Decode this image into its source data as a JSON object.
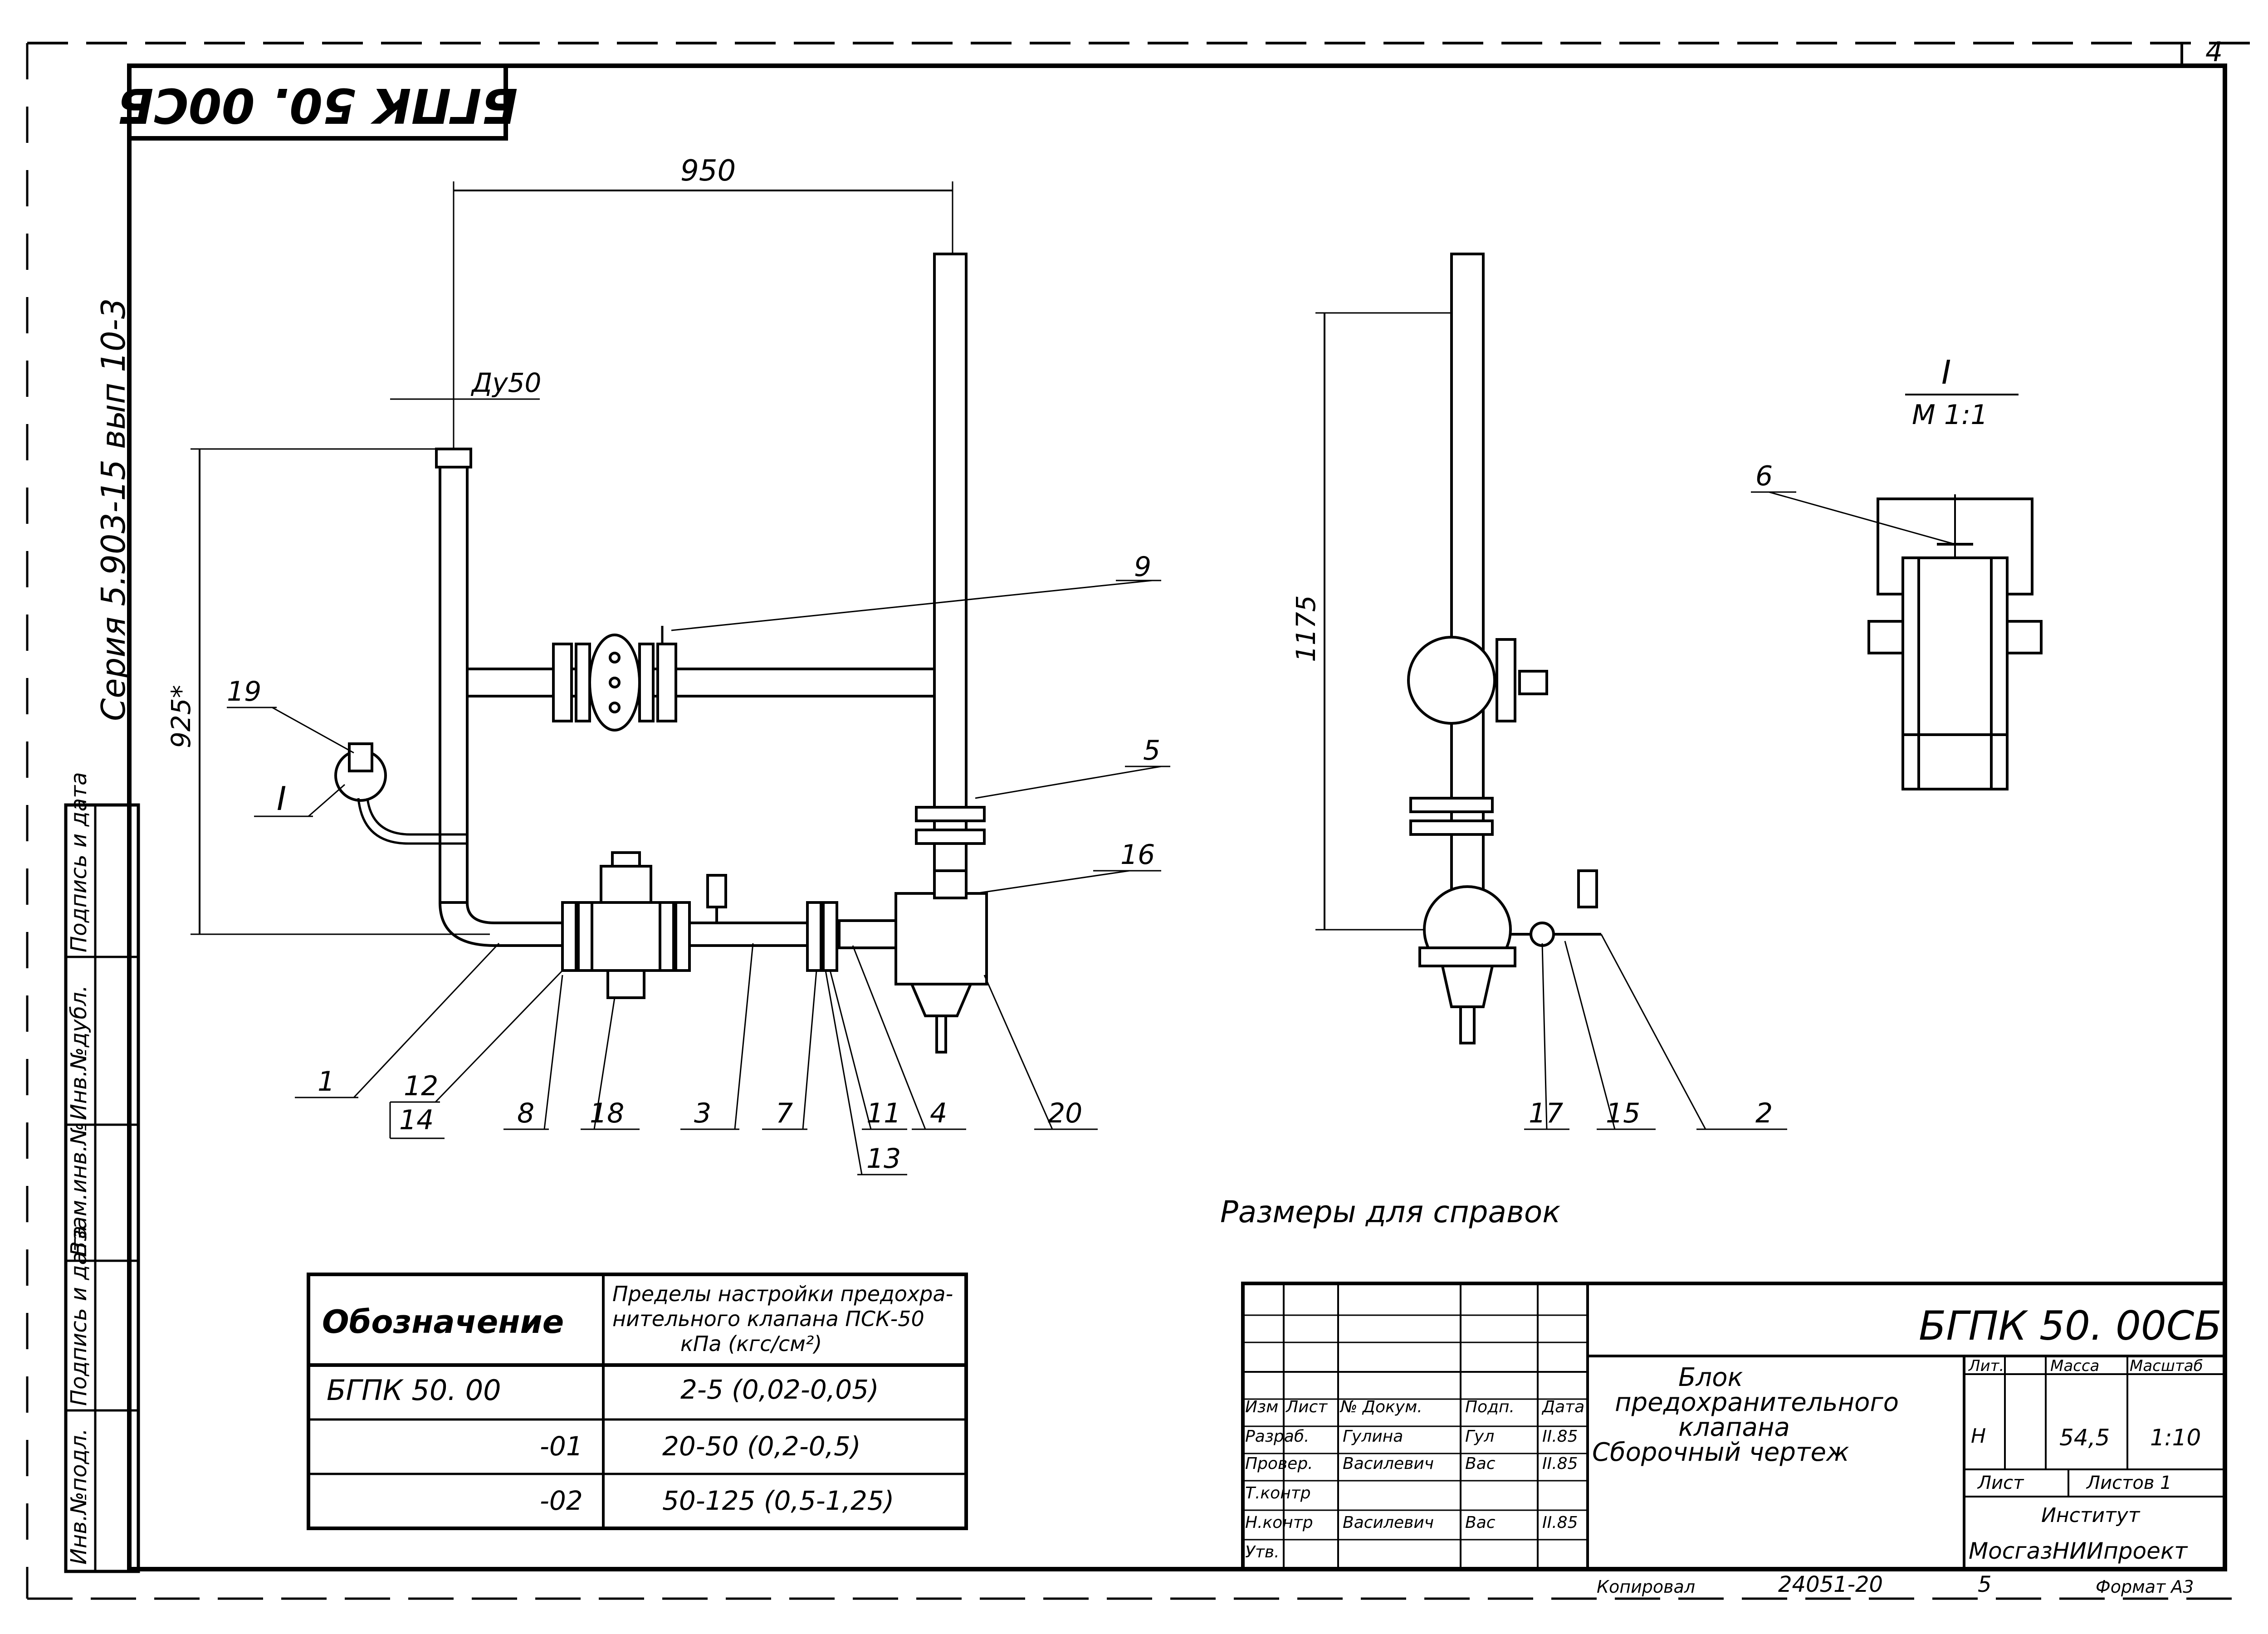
{
  "sheet": {
    "page_number": "4",
    "stamp_code_rotated": "БГПК 50. 00СБ",
    "series_note": "Серия 5.903-15 вып 10-3"
  },
  "dimensions": {
    "width_950": "950",
    "height_1175": "1175",
    "height_925": "925*",
    "dn": "Ду50"
  },
  "detail": {
    "label": "I",
    "scale": "М 1:1"
  },
  "callouts": [
    "9",
    "19",
    "I",
    "5",
    "16",
    "1",
    "12",
    "14",
    "8",
    "18",
    "3",
    "7",
    "11",
    "13",
    "4",
    "20",
    "17",
    "15",
    "2",
    "6"
  ],
  "reference_note": "Размеры для справок",
  "settings_table": {
    "col1_header": "Обозначение",
    "col2_header_lines": [
      "Пределы настройки предохра-",
      "нительного клапана ПСК-50",
      "кПа (кгс/см²)"
    ],
    "rows": [
      {
        "designation": "БГПК 50. 00",
        "range": "2-5 (0,02-0,05)"
      },
      {
        "designation": "-01",
        "range": "20-50 (0,2-0,5)"
      },
      {
        "designation": "-02",
        "range": "50-125 (0,5-1,25)"
      }
    ]
  },
  "side_stamp": [
    "Инв.№подл.",
    "Подпись и дата",
    "Взам.инв.№",
    "Инв.№дубл.",
    "Подпись и дата"
  ],
  "title_block": {
    "code": "БГПК 50. 00СБ",
    "title_lines": [
      "Блок",
      "предохранительного",
      "клапана",
      "Сборочный чертеж"
    ],
    "headers": {
      "izm": "Изм",
      "list": "Лист",
      "doc": "№ Докум.",
      "sign": "Подп.",
      "date": "Дата"
    },
    "roles": [
      {
        "role": "Разраб.",
        "name": "Гулина",
        "sign": "Гул",
        "date": "II.85"
      },
      {
        "role": "Провер.",
        "name": "Василевич",
        "sign": "Вас",
        "date": "II.85"
      },
      {
        "role": "Т.контр",
        "name": "",
        "sign": "",
        "date": ""
      },
      {
        "role": "Н.контр",
        "name": "Василевич",
        "sign": "Вас",
        "date": "II.85"
      },
      {
        "role": "Утв.",
        "name": "",
        "sign": "",
        "date": ""
      }
    ],
    "lit_label": "Лит.",
    "mass_label": "Масса",
    "scale_label": "Масштаб",
    "lit_value": "Н",
    "mass_value": "54,5",
    "scale_value": "1:10",
    "sheet_label": "Лист",
    "sheets_label": "Листов 1",
    "institute_label": "Институт",
    "institute_name": "МосгазНИИпроект"
  },
  "footer": {
    "copied": "Копировал",
    "order": "24051-20",
    "num": "5",
    "format": "Формат А3"
  }
}
